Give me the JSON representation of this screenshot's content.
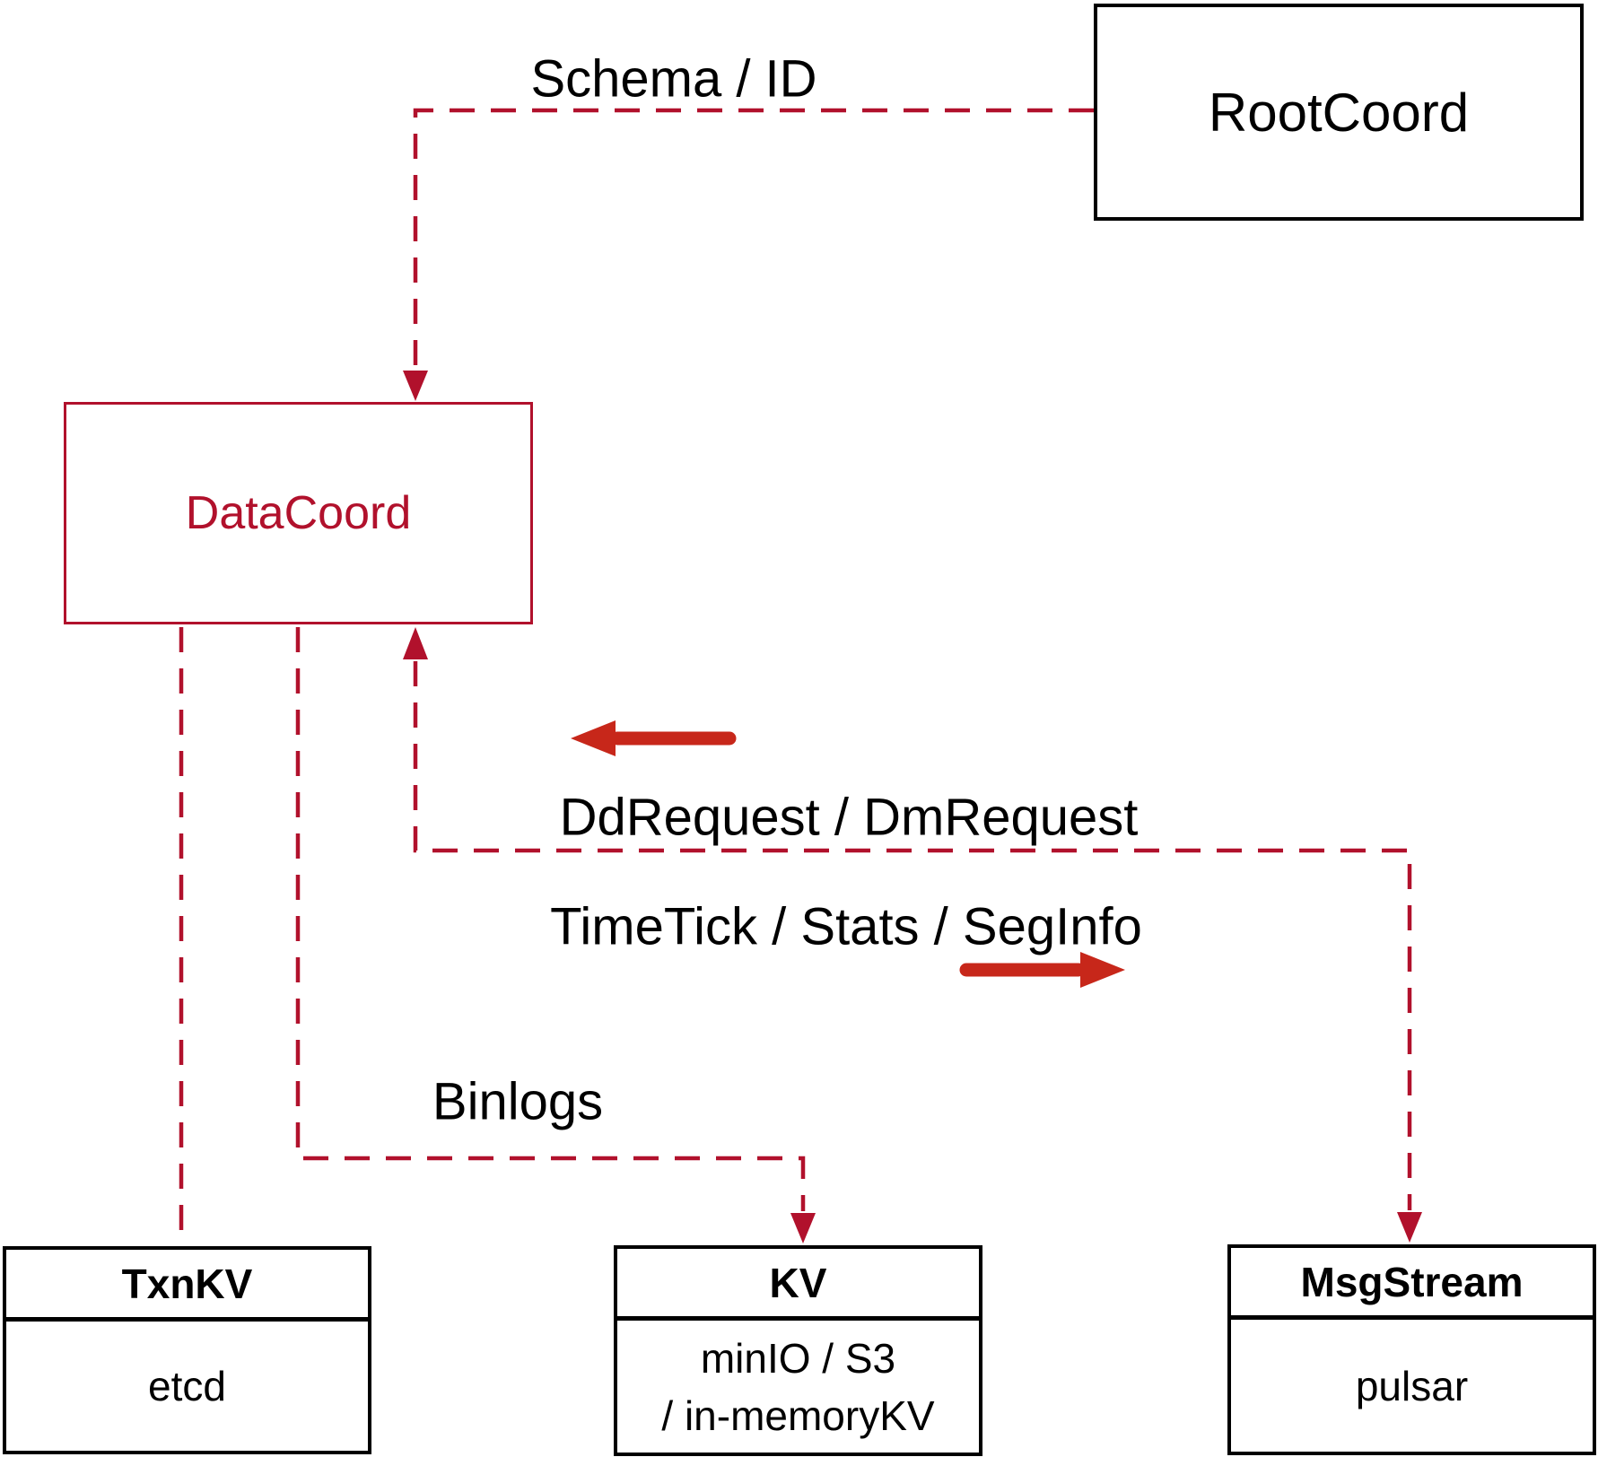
{
  "nodes": {
    "rootcoord": {
      "label": "RootCoord"
    },
    "datacoord": {
      "label": "DataCoord"
    },
    "txnkv": {
      "title": "TxnKV",
      "body": "etcd"
    },
    "kv": {
      "title": "KV",
      "body_line1": "minIO / S3",
      "body_line2": "/ in-memoryKV"
    },
    "msgstream": {
      "title": "MsgStream",
      "body": "pulsar"
    }
  },
  "edge_labels": {
    "schema_id": "Schema / ID",
    "dd_dm_request": "DdRequest / DmRequest",
    "timetick_stats_seginfo": "TimeTick / Stats / SegInfo",
    "binlogs": "Binlogs"
  },
  "colors": {
    "dashed_connector": "#b1112c",
    "solid_arrow": "#c7271a",
    "black_border": "#000000"
  }
}
